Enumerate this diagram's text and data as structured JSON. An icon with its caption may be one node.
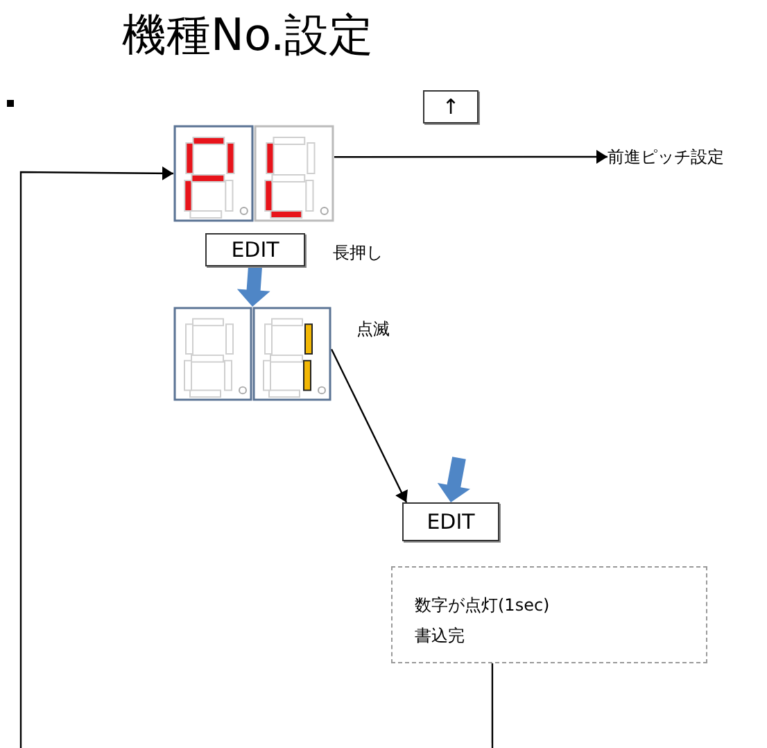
{
  "diagram": {
    "title": "機種No.設定",
    "nodes": [
      {
        "text": [
          "↑"
        ]
      },
      {
        "text": [],
        "shape": "display"
      },
      {
        "text": [
          "前進ピッチ設定"
        ]
      },
      {
        "text": [
          "EDIT"
        ],
        "beside": [
          "長押し"
        ]
      },
      {
        "text": [],
        "shape": "display",
        "beside": [
          "点滅"
        ]
      },
      {
        "text": [
          "EDIT"
        ]
      },
      {
        "text": [
          "数字が点灯(1sec)",
          "書込完"
        ]
      }
    ],
    "edges": [
      {
        "from": 1,
        "to": 2,
        "arrow": "to"
      },
      {
        "from": 3,
        "to": 4,
        "arrow": "to",
        "style": "thick",
        "color": "#4f86c6"
      },
      {
        "from": 4,
        "to": 5,
        "arrow": "to"
      },
      {
        "from": null,
        "to": 5,
        "arrow": "to",
        "style": "thick",
        "color": "#4f86c6"
      },
      {
        "from": 6,
        "to": null,
        "arrow": "none"
      },
      {
        "from": null,
        "to": 1,
        "arrow": "to"
      }
    ]
  }
}
